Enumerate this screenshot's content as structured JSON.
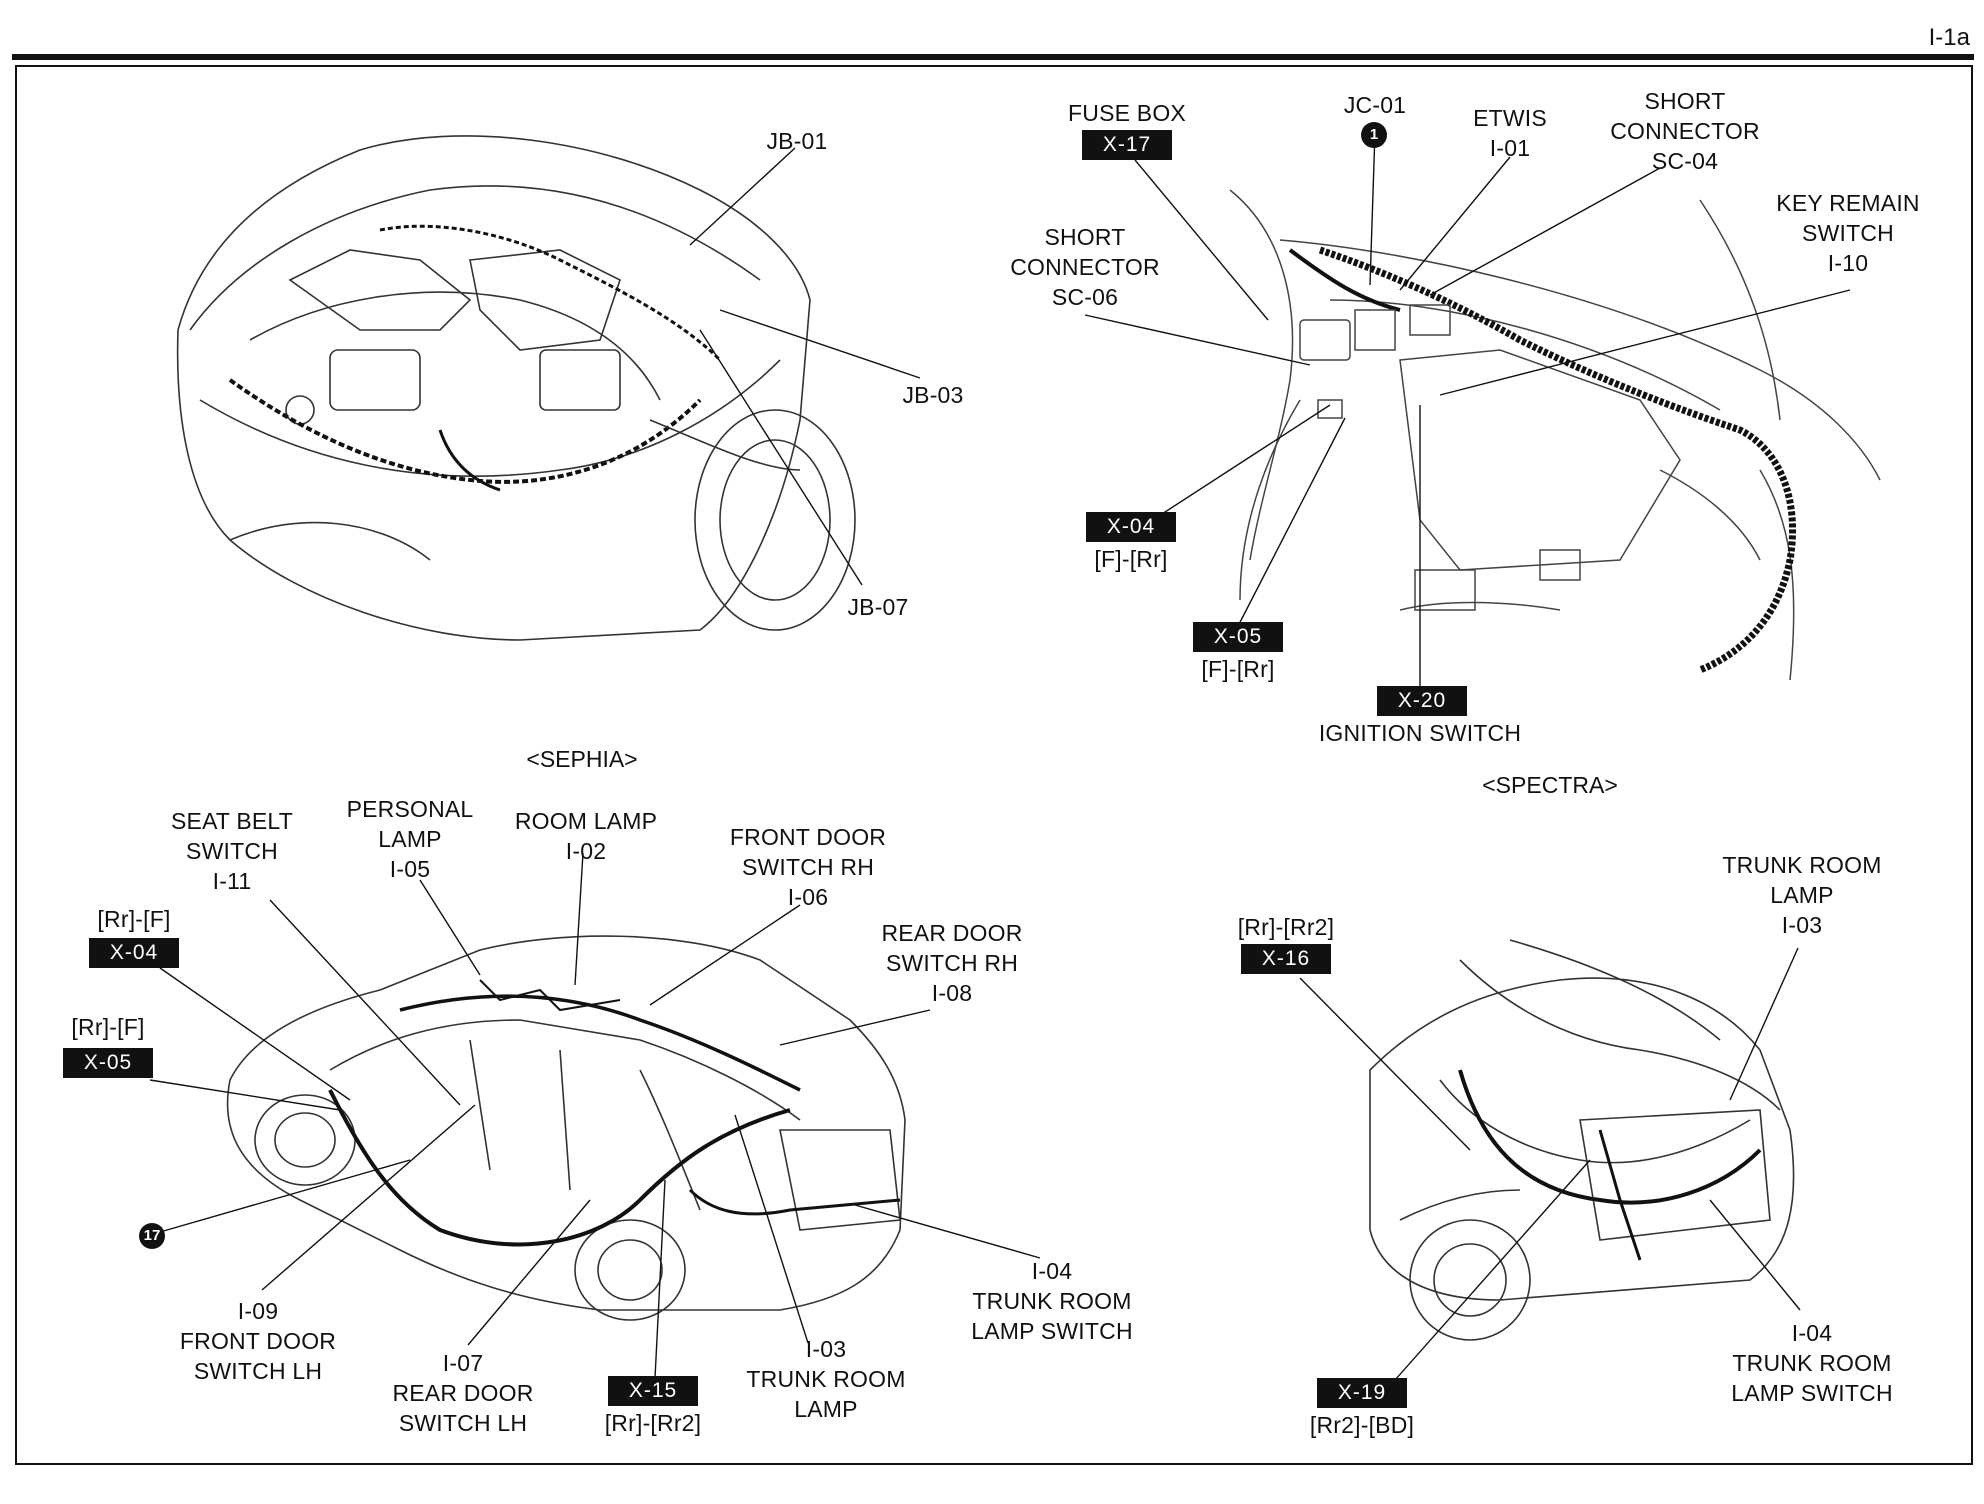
{
  "page_number": "I-1a",
  "sections": {
    "sephia": "<SEPHIA>",
    "spectra": "<SPECTRA>"
  },
  "engine_labels": {
    "jb01": "JB-01",
    "jb03": "JB-03",
    "jb07": "JB-07"
  },
  "dash": {
    "fuse_box": "FUSE BOX",
    "x17": "X-17",
    "jc01": "JC-01",
    "marker_1": "1",
    "etwis": [
      "ETWIS",
      "I-01"
    ],
    "short_sc04": [
      "SHORT",
      "CONNECTOR",
      "SC-04"
    ],
    "short_sc06": [
      "SHORT",
      "CONNECTOR",
      "SC-06"
    ],
    "key_remain": [
      "KEY REMAIN",
      "SWITCH",
      "I-10"
    ],
    "x04": "X-04",
    "x04_sub": "[F]-[Rr]",
    "x05": "X-05",
    "x05_sub": "[F]-[Rr]",
    "x20": "X-20",
    "ignition": "IGNITION SWITCH"
  },
  "sephia": {
    "seat_belt": [
      "SEAT BELT",
      "SWITCH",
      "I-11"
    ],
    "personal": [
      "PERSONAL",
      "LAMP",
      "I-05"
    ],
    "room_lamp": [
      "ROOM LAMP",
      "I-02"
    ],
    "front_rh": [
      "FRONT DOOR",
      "SWITCH RH",
      "I-06"
    ],
    "rear_rh": [
      "REAR DOOR",
      "SWITCH RH",
      "I-08"
    ],
    "x04_sub": "[Rr]-[F]",
    "x04": "X-04",
    "x05_sub": "[Rr]-[F]",
    "x05": "X-05",
    "marker_17": "17",
    "front_lh": [
      "I-09",
      "FRONT DOOR",
      "SWITCH LH"
    ],
    "rear_lh": [
      "I-07",
      "REAR DOOR",
      "SWITCH LH"
    ],
    "x15": "X-15",
    "x15_sub": "[Rr]-[Rr2]",
    "trunk_lamp": [
      "I-03",
      "TRUNK ROOM",
      "LAMP"
    ],
    "trunk_switch": [
      "I-04",
      "TRUNK ROOM",
      "LAMP SWITCH"
    ]
  },
  "spectra": {
    "x16_sub": "[Rr]-[Rr2]",
    "x16": "X-16",
    "trunk_lamp": [
      "TRUNK ROOM",
      "LAMP",
      "I-03"
    ],
    "x19": "X-19",
    "x19_sub": "[Rr2]-[BD]",
    "trunk_switch": [
      "I-04",
      "TRUNK ROOM",
      "LAMP SWITCH"
    ]
  }
}
